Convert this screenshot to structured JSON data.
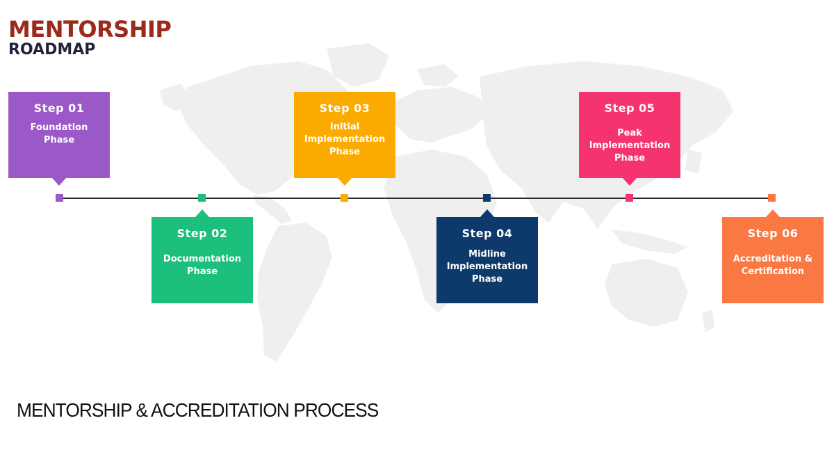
{
  "header": {
    "title_line1": "MENTORSHIP",
    "title_line2": "ROADMAP"
  },
  "steps": [
    {
      "step": "Step 01",
      "phase": "Foundation\nPhase",
      "color": "#9b59c8"
    },
    {
      "step": "Step 02",
      "phase": "Documentation\nPhase",
      "color": "#1cbf7c"
    },
    {
      "step": "Step 03",
      "phase": "Initial\nImplementation\nPhase",
      "color": "#fbaa00"
    },
    {
      "step": "Step 04",
      "phase": "Midline\nImplementation\nPhase",
      "color": "#0e3a6b"
    },
    {
      "step": "Step 05",
      "phase": "Peak\nImplementation\nPhase",
      "color": "#f5346f"
    },
    {
      "step": "Step 06",
      "phase": "Accreditation &\nCertification",
      "color": "#fa7842"
    }
  ],
  "footer": {
    "caption": "MENTORSHIP & ACCREDITATION PROCESS"
  },
  "colors": {
    "title_primary": "#9b2a1c",
    "title_secondary": "#22223a",
    "map": "#efefef",
    "timeline": "#2d2d2d"
  }
}
